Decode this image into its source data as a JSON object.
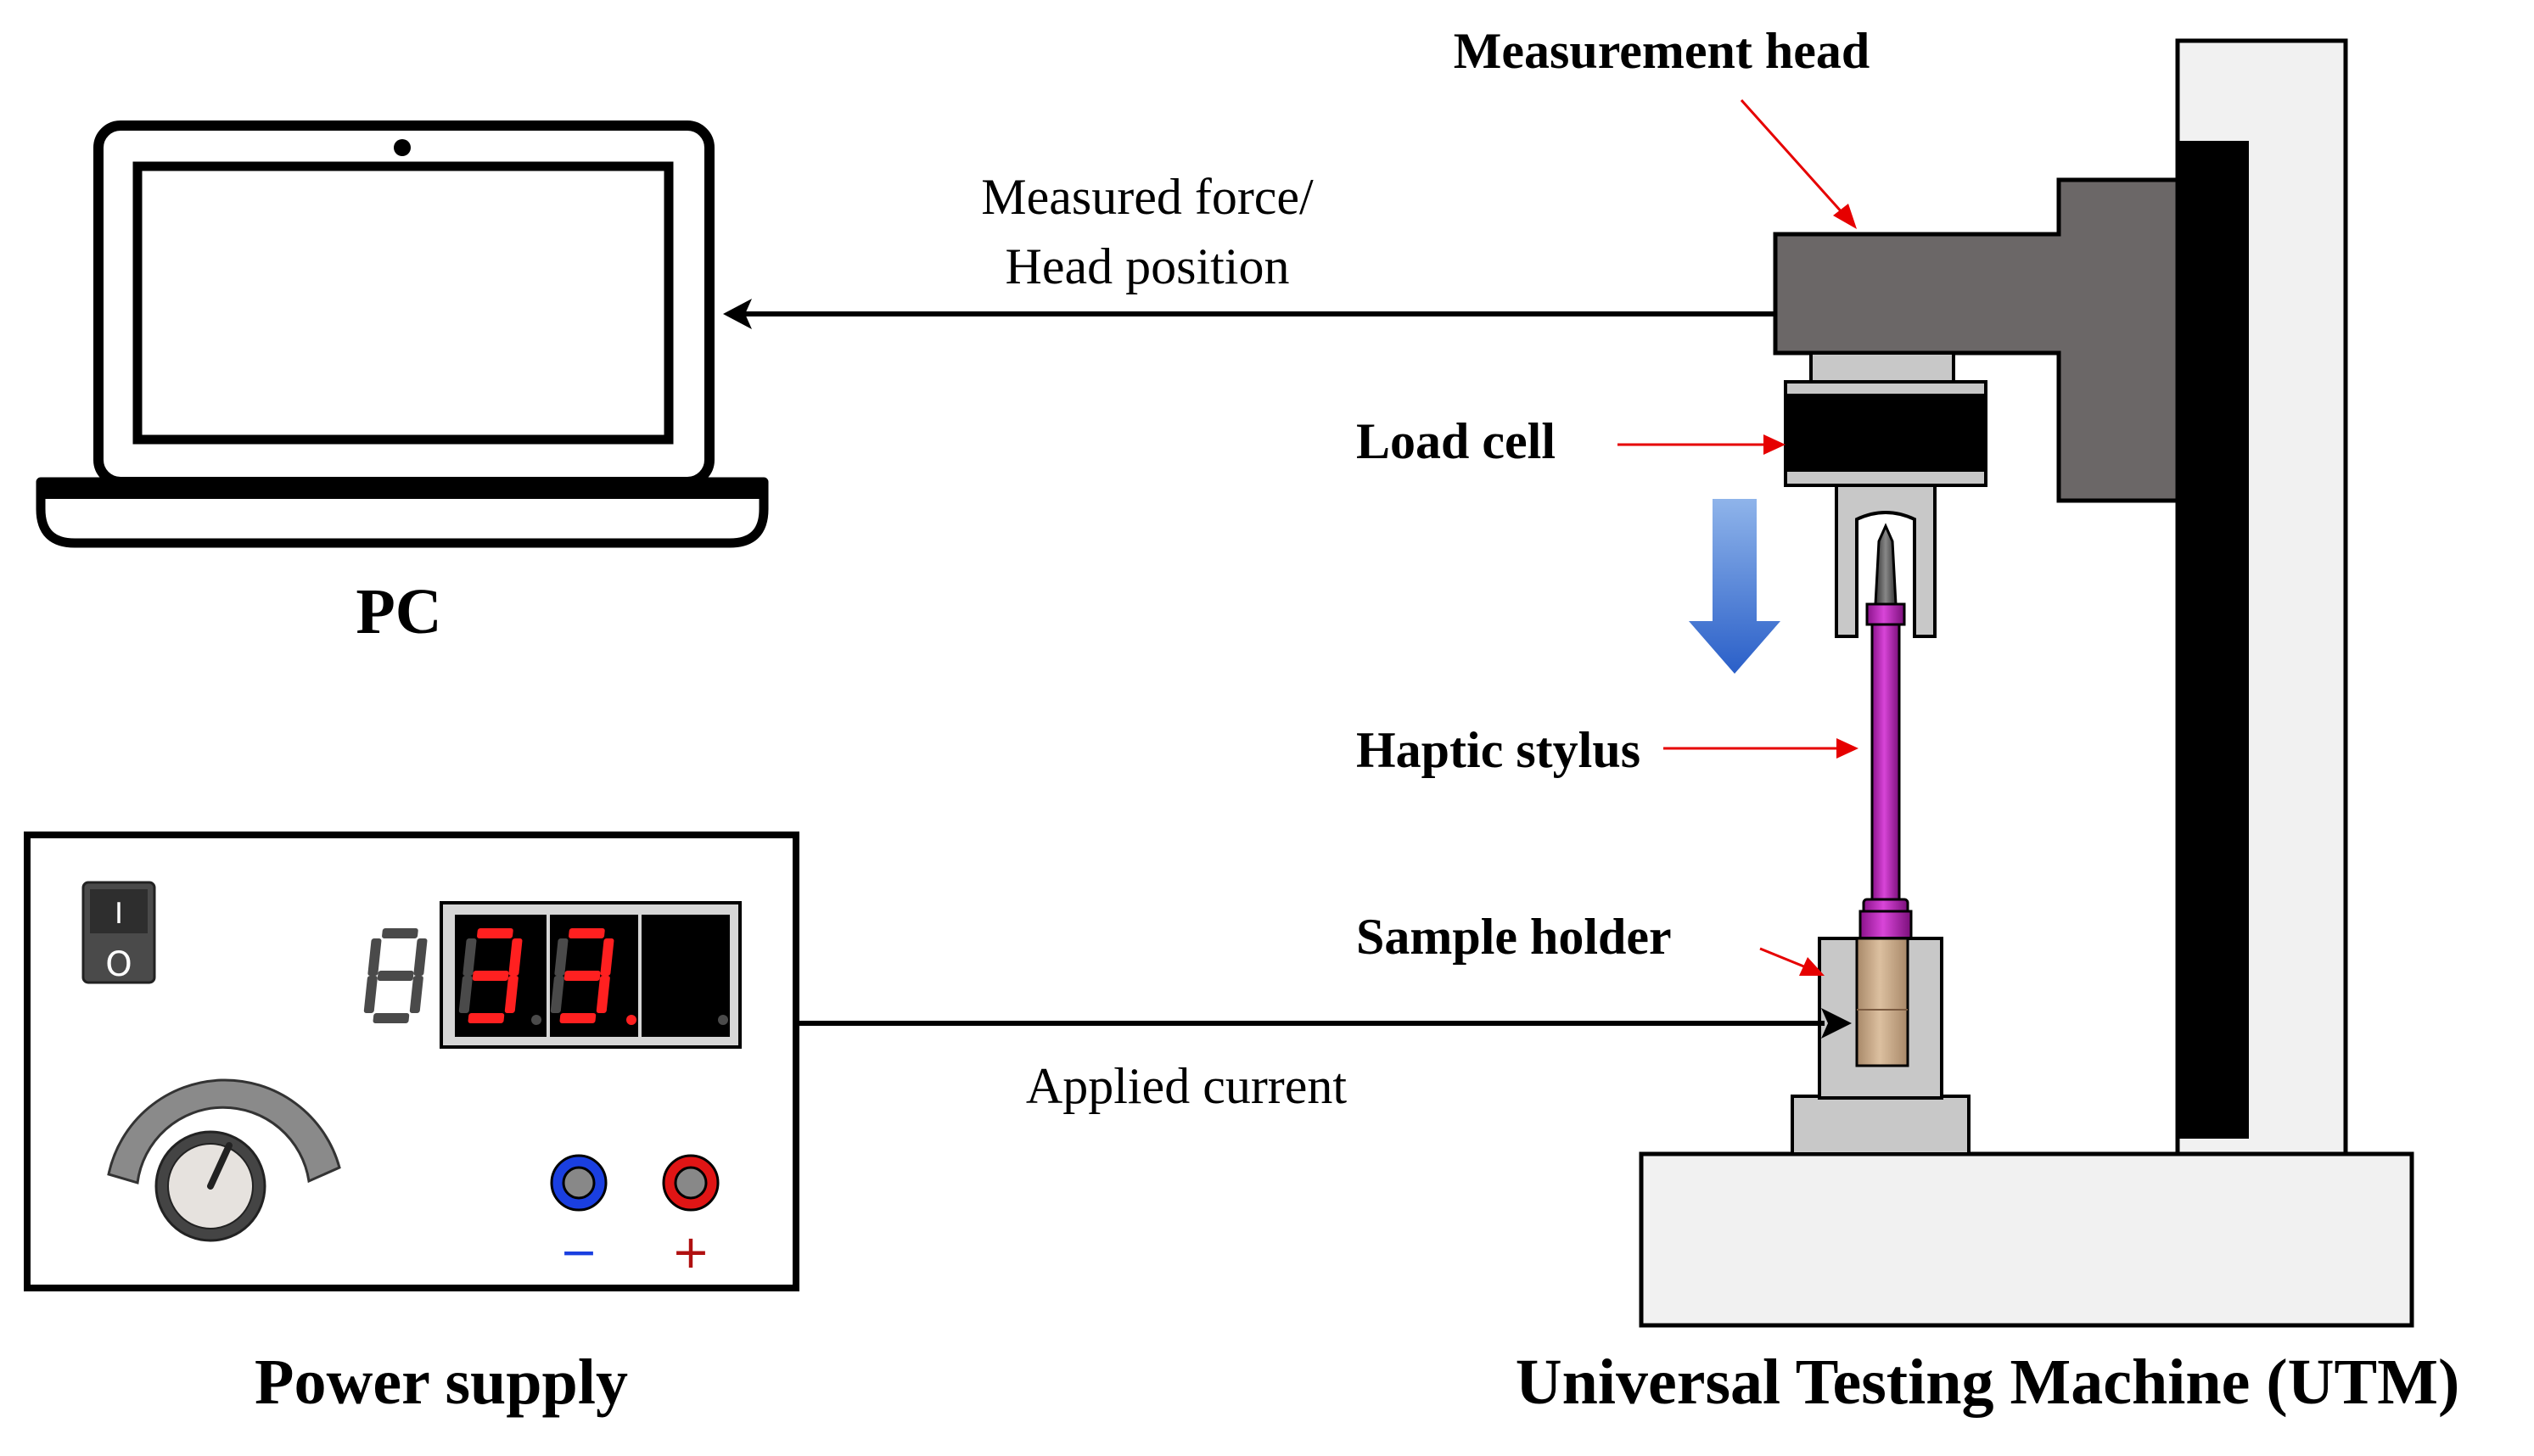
{
  "labels": {
    "measurement_head": "Measurement head",
    "measured_force_line1": "Measured force/",
    "measured_force_line2": "Head position",
    "load_cell": "Load cell",
    "pc": "PC",
    "haptic_stylus": "Haptic stylus",
    "sample_holder": "Sample holder",
    "applied_current": "Applied current",
    "power_supply": "Power supply",
    "utm": "Universal Testing Machine (UTM)"
  },
  "power_supply": {
    "display_digits": [
      "8",
      "3",
      "3"
    ],
    "display_decimal_point": true,
    "switch_on_symbol": "I",
    "switch_off_symbol": "O",
    "terminal_negative": "−",
    "terminal_positive": "+"
  },
  "colors": {
    "callout_arrow": "#e60000",
    "flow_arrow": "#000000",
    "down_arrow": "#3a6fd0",
    "head": "#6b6767",
    "load_cell": "#000000",
    "stylus": "#b21fb2",
    "sample": "#c8a888",
    "frame": "#f0f0f0",
    "display_lit": "#ff2020",
    "display_unlit": "#4a4a4a",
    "terminal_negative": "#1a3fe0",
    "terminal_positive": "#e01515"
  },
  "icons": {
    "pc": "laptop-icon",
    "power_switch": "rocker-switch-icon",
    "knob": "dial-knob-icon",
    "down_arrow": "arrow-down-icon"
  }
}
